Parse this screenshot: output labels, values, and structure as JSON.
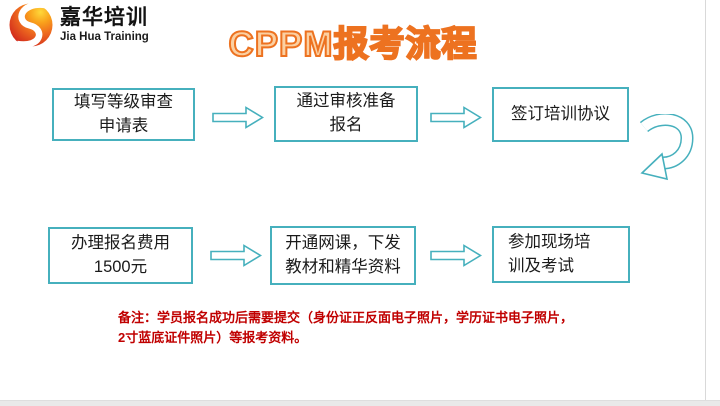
{
  "logo": {
    "cn": "嘉华培训",
    "en": "Jia Hua Training",
    "icon": "jiahua-s-swirl-logo"
  },
  "title": "CPPM报考流程",
  "flow": {
    "row1": [
      {
        "label": "填写等级审查\n申请表"
      },
      {
        "label": "通过审核准备\n报名"
      },
      {
        "label": "签订培训协议"
      }
    ],
    "row2": [
      {
        "label": "办理报名费用\n1500元"
      },
      {
        "label": "开通网课，下发\n教材和精华资料"
      },
      {
        "label": "参加现场培\n训及考试"
      }
    ],
    "connector_icons": {
      "horizontal": "right-block-arrow",
      "wrap": "curved-uturn-arrow"
    }
  },
  "note": "备注：学员报名成功后需要提交（身份证正反面电子照片，学历证书电子照片，\n2寸蓝底证件照片）等报考资料。",
  "colors": {
    "accent_teal": "#46b0bd",
    "title_orange": "#ed7220",
    "note_red": "#c00000",
    "logo_red": "#cf241c",
    "logo_yellow": "#ffd83a"
  }
}
